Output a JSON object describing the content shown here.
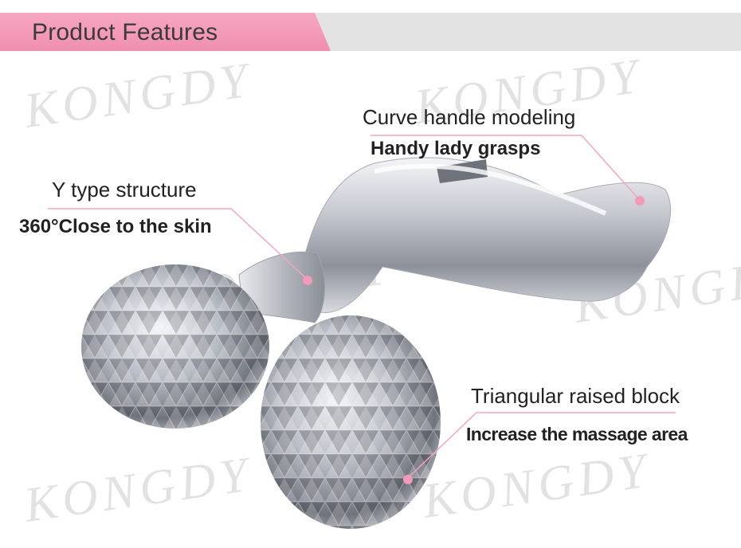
{
  "header": {
    "title": "Product Features"
  },
  "watermark": {
    "text": "KONGDY"
  },
  "features": [
    {
      "title": "Curve handle modeling",
      "subtitle": "Handy lady grasps"
    },
    {
      "title": "Y type structure",
      "subtitle": "360°Close to the skin"
    },
    {
      "title": "Triangular raised block",
      "subtitle": "Increase the massage area"
    }
  ],
  "colors": {
    "accent_pink": "#f29ab8",
    "header_gray": "#e3e3e3",
    "leader_line": "#f3a6c0",
    "text": "#222222"
  }
}
